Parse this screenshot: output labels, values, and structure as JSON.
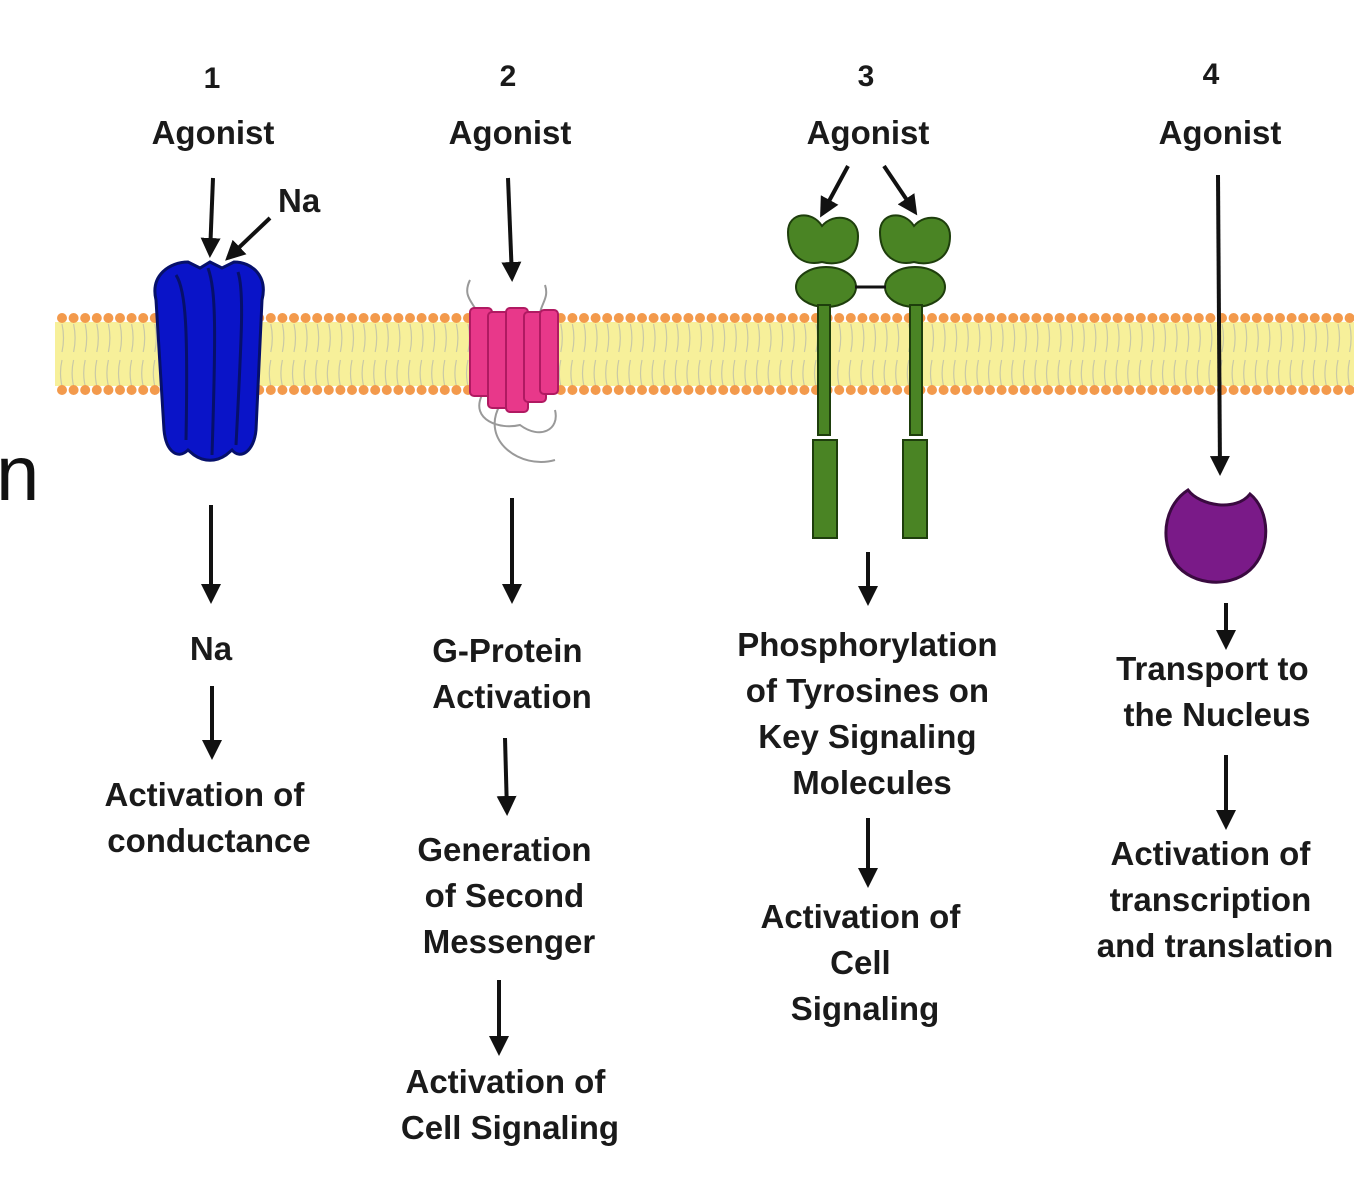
{
  "edge_fragment": "n",
  "columns": [
    {
      "number": "1",
      "agonist": "Agonist",
      "ion_label": "Na",
      "receptor_color": "#0a14c8",
      "steps": [
        {
          "lines": [
            "Na"
          ]
        },
        {
          "lines": [
            "Activation of",
            "conductance"
          ]
        }
      ]
    },
    {
      "number": "2",
      "agonist": "Agonist",
      "receptor_color": "#e8388a",
      "steps": [
        {
          "lines": [
            "G-Protein",
            "Activation"
          ]
        },
        {
          "lines": [
            "Generation",
            "of Second",
            "Messenger"
          ]
        },
        {
          "lines": [
            "Activation of",
            "Cell Signaling"
          ]
        }
      ]
    },
    {
      "number": "3",
      "agonist": "Agonist",
      "receptor_color": "#4a8424",
      "steps": [
        {
          "lines": [
            "Phosphorylation",
            "of Tyrosines on",
            "Key Signaling",
            "Molecules"
          ]
        },
        {
          "lines": [
            "Activation of",
            "Cell",
            "Signaling"
          ]
        }
      ]
    },
    {
      "number": "4",
      "agonist": "Agonist",
      "receptor_color": "#7a1a88",
      "steps": [
        {
          "lines": [
            "Transport to",
            "the Nucleus"
          ]
        },
        {
          "lines": [
            "Activation of",
            "transcription",
            "and translation"
          ]
        }
      ]
    }
  ],
  "membrane": {
    "head_color": "#f39a4c",
    "tail_color": "#f7f09a"
  }
}
